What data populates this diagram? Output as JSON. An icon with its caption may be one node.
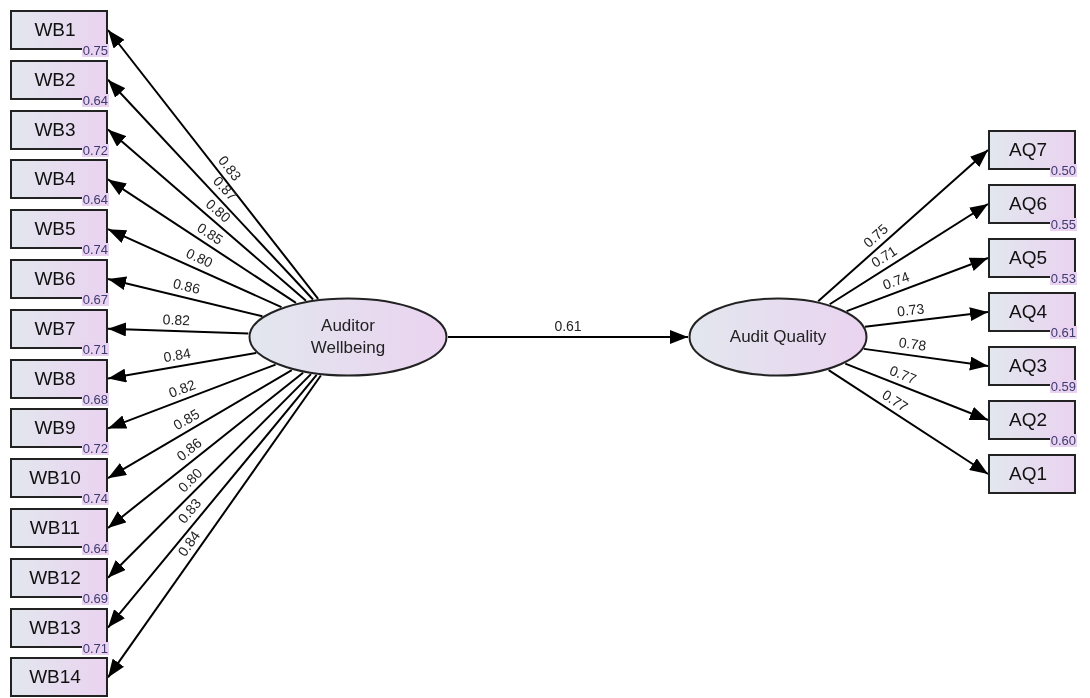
{
  "diagram": {
    "nodes": [
      {
        "text": [
          "WB1"
        ],
        "beside": [
          "0.75"
        ]
      },
      {
        "text": [
          "WB2"
        ],
        "beside": [
          "0.64"
        ]
      },
      {
        "text": [
          "WB3"
        ],
        "beside": [
          "0.72"
        ]
      },
      {
        "text": [
          "WB4"
        ],
        "beside": [
          "0.64"
        ]
      },
      {
        "text": [
          "WB5"
        ],
        "beside": [
          "0.74"
        ]
      },
      {
        "text": [
          "WB6"
        ],
        "beside": [
          "0.67"
        ]
      },
      {
        "text": [
          "WB7"
        ],
        "beside": [
          "0.71"
        ]
      },
      {
        "text": [
          "WB8"
        ],
        "beside": [
          "0.68"
        ]
      },
      {
        "text": [
          "WB9"
        ],
        "beside": [
          "0.72"
        ]
      },
      {
        "text": [
          "WB10"
        ],
        "beside": [
          "0.74"
        ]
      },
      {
        "text": [
          "WB11"
        ],
        "beside": [
          "0.64"
        ]
      },
      {
        "text": [
          "WB12"
        ],
        "beside": [
          "0.69"
        ]
      },
      {
        "text": [
          "WB13"
        ],
        "beside": [
          "0.71"
        ]
      },
      {
        "text": [
          "WB14"
        ]
      },
      {
        "text": [
          "Auditor Wellbeing"
        ]
      },
      {
        "text": [
          "Audit Quality"
        ]
      },
      {
        "text": [
          "AQ7"
        ],
        "beside": [
          "0.50"
        ]
      },
      {
        "text": [
          "AQ6"
        ],
        "beside": [
          "0.55"
        ]
      },
      {
        "text": [
          "AQ5"
        ],
        "beside": [
          "0.53"
        ]
      },
      {
        "text": [
          "AQ4"
        ],
        "beside": [
          "0.61"
        ]
      },
      {
        "text": [
          "AQ3"
        ],
        "beside": [
          "0.59"
        ]
      },
      {
        "text": [
          "AQ2"
        ],
        "beside": [
          "0.60"
        ]
      },
      {
        "text": [
          "AQ1"
        ]
      }
    ],
    "edges": [
      {
        "from": 14,
        "to": 0,
        "arrow": "to",
        "label": "0.83"
      },
      {
        "from": 14,
        "to": 1,
        "arrow": "to",
        "label": "0.87"
      },
      {
        "from": 14,
        "to": 2,
        "arrow": "to",
        "label": "0.80"
      },
      {
        "from": 14,
        "to": 3,
        "arrow": "to",
        "label": "0.85"
      },
      {
        "from": 14,
        "to": 4,
        "arrow": "to",
        "label": "0.80"
      },
      {
        "from": 14,
        "to": 5,
        "arrow": "to",
        "label": "0.86"
      },
      {
        "from": 14,
        "to": 6,
        "arrow": "to",
        "label": "0.82"
      },
      {
        "from": 14,
        "to": 7,
        "arrow": "to",
        "label": "0.84"
      },
      {
        "from": 14,
        "to": 8,
        "arrow": "to",
        "label": "0.82"
      },
      {
        "from": 14,
        "to": 9,
        "arrow": "to",
        "label": "0.85"
      },
      {
        "from": 14,
        "to": 10,
        "arrow": "to",
        "label": "0.86"
      },
      {
        "from": 14,
        "to": 11,
        "arrow": "to",
        "label": "0.80"
      },
      {
        "from": 14,
        "to": 12,
        "arrow": "to",
        "label": "0.83"
      },
      {
        "from": 14,
        "to": 13,
        "arrow": "to",
        "label": "0.84"
      },
      {
        "from": 14,
        "to": 15,
        "arrow": "to",
        "label": "0.61"
      },
      {
        "from": 15,
        "to": 16,
        "arrow": "to",
        "label": "0.75"
      },
      {
        "from": 15,
        "to": 17,
        "arrow": "to",
        "label": "0.71"
      },
      {
        "from": 15,
        "to": 18,
        "arrow": "to",
        "label": "0.74"
      },
      {
        "from": 15,
        "to": 19,
        "arrow": "to",
        "label": "0.73"
      },
      {
        "from": 15,
        "to": 20,
        "arrow": "to",
        "label": "0.78"
      },
      {
        "from": 15,
        "to": 21,
        "arrow": "to",
        "label": "0.77"
      },
      {
        "from": 15,
        "to": 22,
        "arrow": "to",
        "label": "0.77"
      }
    ]
  }
}
